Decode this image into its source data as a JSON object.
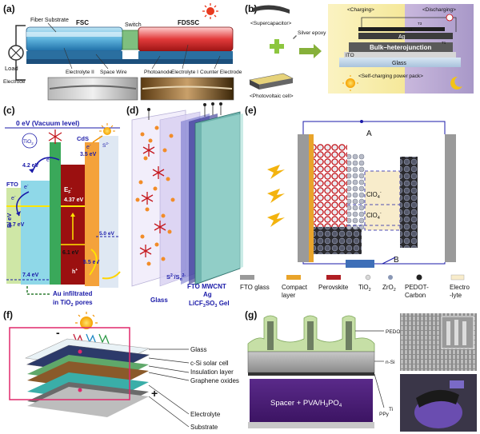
{
  "panels": {
    "a": {
      "tag": "(a)",
      "fiber_substrate": "Fiber Substrate",
      "load": "Load",
      "fsc": "FSC",
      "switch": "Switch",
      "fdssc": "FDSSC",
      "electrolyte_ii": "Electrolyte II",
      "space_wire": "Space Wire",
      "photoanode": "Photoanode",
      "electrolyte_i": "Electrolyte I",
      "counter_electrode": "Counter Electrode",
      "electrode": "Electrode"
    },
    "b": {
      "tag": "(b)",
      "supercapacitor": "<Supercapacitor>",
      "silver_epoxy": "Silver epoxy",
      "photovoltaic_cell": "<Photovoltaic cell>",
      "charging": "<Charging>",
      "discharging": "<Discharging>",
      "ag": "Ag",
      "bulk_heterojunction": "Bulk–heterojunction",
      "ito": "ITO",
      "glass": "Glass",
      "power_pack": "<Self-charging power pack>",
      "t1": "T1",
      "t2": "T2",
      "t3": "T3"
    },
    "c": {
      "tag": "(c)",
      "vacuum_level": "0 eV (Vacuum level)",
      "tio2": "TiO",
      "tio2_sub": "2",
      "cds": "CdS",
      "fto": "FTO",
      "s2": "S",
      "s2_sup": "2-",
      "e_minus": "e",
      "e_minus_sup": "-",
      "e_3_5": "3.5 eV",
      "e_4_2": "4.2 eV",
      "ef": "E",
      "ef_sub": "F",
      "ef_sup": "-",
      "e_4_37": "4.37 eV",
      "e_4_7": "4.7 eV",
      "e_5_0": "5.0 eV",
      "e_5_5": "5.5 eV",
      "e_6_1": "6.1 eV",
      "e_7_4": "7.4 eV",
      "h_plus": "h",
      "h_plus_sup": "+",
      "axis_label": "E/ eV",
      "au_line1": "Au infiltrated",
      "au_line2": "in TiO",
      "au_line2_sub": "2",
      "au_line2_end": " pores"
    },
    "d": {
      "tag": "(d)",
      "glass": "Glass",
      "redox": "S",
      "redox_sup1": "2-",
      "redox_mid": "/S",
      "redox_sub": "n",
      "redox_sup2": "2-",
      "fto_mwcnt": "FTO MWCNT",
      "ag": "Ag",
      "gel": "LiCF",
      "gel_sub": "3",
      "gel_end": "SO",
      "gel_sub2": "3",
      "gel_tail": " Gel"
    },
    "e": {
      "tag": "(e)",
      "a": "A",
      "b": "B",
      "clo4_top": "ClO",
      "clo4_bot": "ClO",
      "clo4_sub": "4",
      "clo4_sup": "-",
      "legend": [
        {
          "label": "FTO glass",
          "color": "#9a9a9a",
          "kind": "bar"
        },
        {
          "label": "Compact layer",
          "color": "#e9a42a",
          "kind": "bar"
        },
        {
          "label": "Perovskite",
          "color": "#b01e23",
          "kind": "bar"
        },
        {
          "label": "TiO",
          "sub": "2",
          "color": "#d8d8d8",
          "kind": "dot"
        },
        {
          "label": "ZrO",
          "sub": "2",
          "color": "#8a97b5",
          "kind": "dot"
        },
        {
          "label": "PEDOT-Carbon",
          "color": "#222222",
          "kind": "dot"
        },
        {
          "label": "Electro-lyte",
          "color": "#f8eccb",
          "kind": "bar"
        }
      ]
    },
    "f": {
      "tag": "(f)",
      "minus": "-",
      "plus": "+",
      "layers": [
        "Glass",
        "c-Si solar cell",
        "Insulation layer",
        "Graphene oxides",
        "Electrolyte",
        "Substrate"
      ]
    },
    "g": {
      "tag": "(g)",
      "pedot_pss": "PEDOT:PSS",
      "n_si": "n-Si",
      "spacer": "Spacer + PVA/H",
      "spacer_sub": "3",
      "spacer_end": "PO",
      "spacer_sub2": "4",
      "ppy": "PPy",
      "ti": "Ti"
    }
  }
}
